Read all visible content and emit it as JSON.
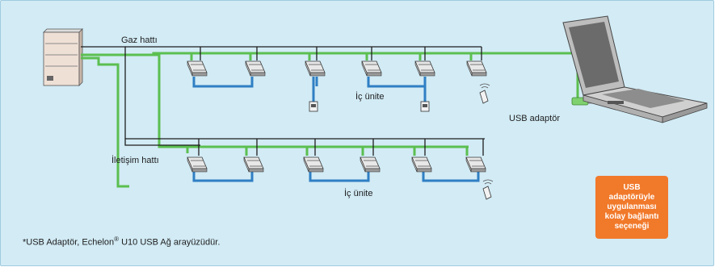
{
  "labels": {
    "gas_line": "Gaz hattı",
    "comm_line": "İletişim hattı",
    "indoor_unit_top": "İç ünite",
    "indoor_unit_bottom": "İç ünite",
    "usb_adapter": "USB adaptör"
  },
  "footnote": {
    "before": "*USB Adaptör, Echelon",
    "sup": "®",
    "after": " U10 USB Ağ arayüzüdür."
  },
  "callout": {
    "lines": [
      "USB",
      "adaptörüyle",
      "uygulanması",
      "kolay bağlantı",
      "seçeneği"
    ]
  },
  "colors": {
    "background": "#d2ebf5",
    "gas_line": "#5bbf50",
    "comm_line": "#1e1e1e",
    "unit_link": "#2f7fc4",
    "callout": "#f1792a"
  }
}
